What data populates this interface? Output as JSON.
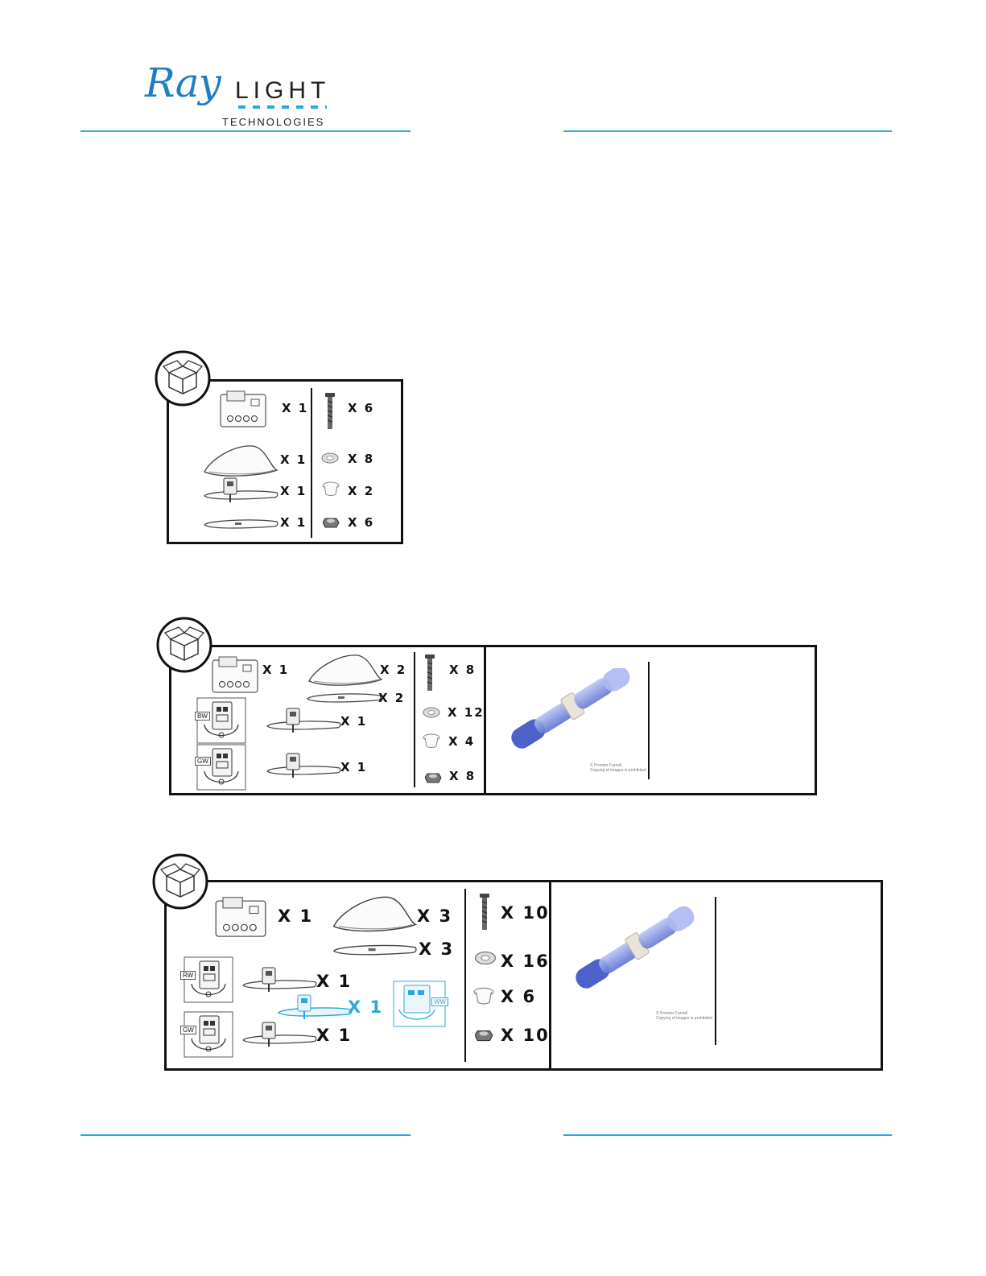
{
  "header": {
    "logo_word_ray": "Ray",
    "logo_word_light": "LIGHT",
    "logo_sub": "TECHNOLOGIES",
    "accent_color": "#29a8df"
  },
  "kit1": {
    "icon": "open-box-icon",
    "left_items": [
      {
        "part": "controller-box-icon",
        "qty": "X 1"
      },
      {
        "part": "fixture-cover-icon",
        "qty": "X 1"
      },
      {
        "part": "fixture-with-driver-icon",
        "qty": "X 1"
      },
      {
        "part": "fixture-strip-icon",
        "qty": "X 1"
      }
    ],
    "right_items": [
      {
        "part": "bolt-icon",
        "qty": "X 6"
      },
      {
        "part": "washer-icon",
        "qty": "X 8"
      },
      {
        "part": "grommet-icon",
        "qty": "X 2"
      },
      {
        "part": "nut-icon",
        "qty": "X 6"
      }
    ]
  },
  "kit2": {
    "icon": "open-box-icon",
    "items": [
      {
        "part": "controller-box-icon",
        "qty": "X 1"
      },
      {
        "part": "fixture-cover-icon",
        "qty": "X 2"
      },
      {
        "part": "fixture-strip-icon",
        "qty": "X 2"
      },
      {
        "part": "fixture-driver-module-icon",
        "label": "BW",
        "qty": "X 1"
      },
      {
        "part": "fixture-driver-module-icon",
        "label": "GW",
        "qty": "X 1"
      }
    ],
    "hardware": [
      {
        "part": "bolt-icon",
        "qty": "X 8"
      },
      {
        "part": "washer-icon",
        "qty": "X 12"
      },
      {
        "part": "grommet-icon",
        "qty": "X 4"
      },
      {
        "part": "nut-icon",
        "qty": "X 8"
      }
    ],
    "splice_caption": "© Premier Farnell",
    "splice_caption_2": "Copying of images is prohibited"
  },
  "kit3": {
    "icon": "open-box-icon",
    "items": [
      {
        "part": "controller-box-icon",
        "qty": "X 1"
      },
      {
        "part": "fixture-cover-icon",
        "qty": "X 3"
      },
      {
        "part": "fixture-strip-icon",
        "qty": "X 3"
      },
      {
        "part": "fixture-driver-module-icon",
        "label": "RW",
        "qty": "X 1"
      },
      {
        "part": "fixture-driver-module-icon",
        "label": "WW",
        "qty": "X 1",
        "color": "#29a8df"
      },
      {
        "part": "fixture-driver-module-icon",
        "label": "GW",
        "qty": "X 1"
      }
    ],
    "hardware": [
      {
        "part": "bolt-icon",
        "qty": "X 10"
      },
      {
        "part": "washer-icon",
        "qty": "X 16"
      },
      {
        "part": "grommet-icon",
        "qty": "X 6"
      },
      {
        "part": "nut-icon",
        "qty": "X 10"
      }
    ],
    "splice_caption": "© Premier Farnell",
    "splice_caption_2": "Copying of images is prohibited"
  }
}
